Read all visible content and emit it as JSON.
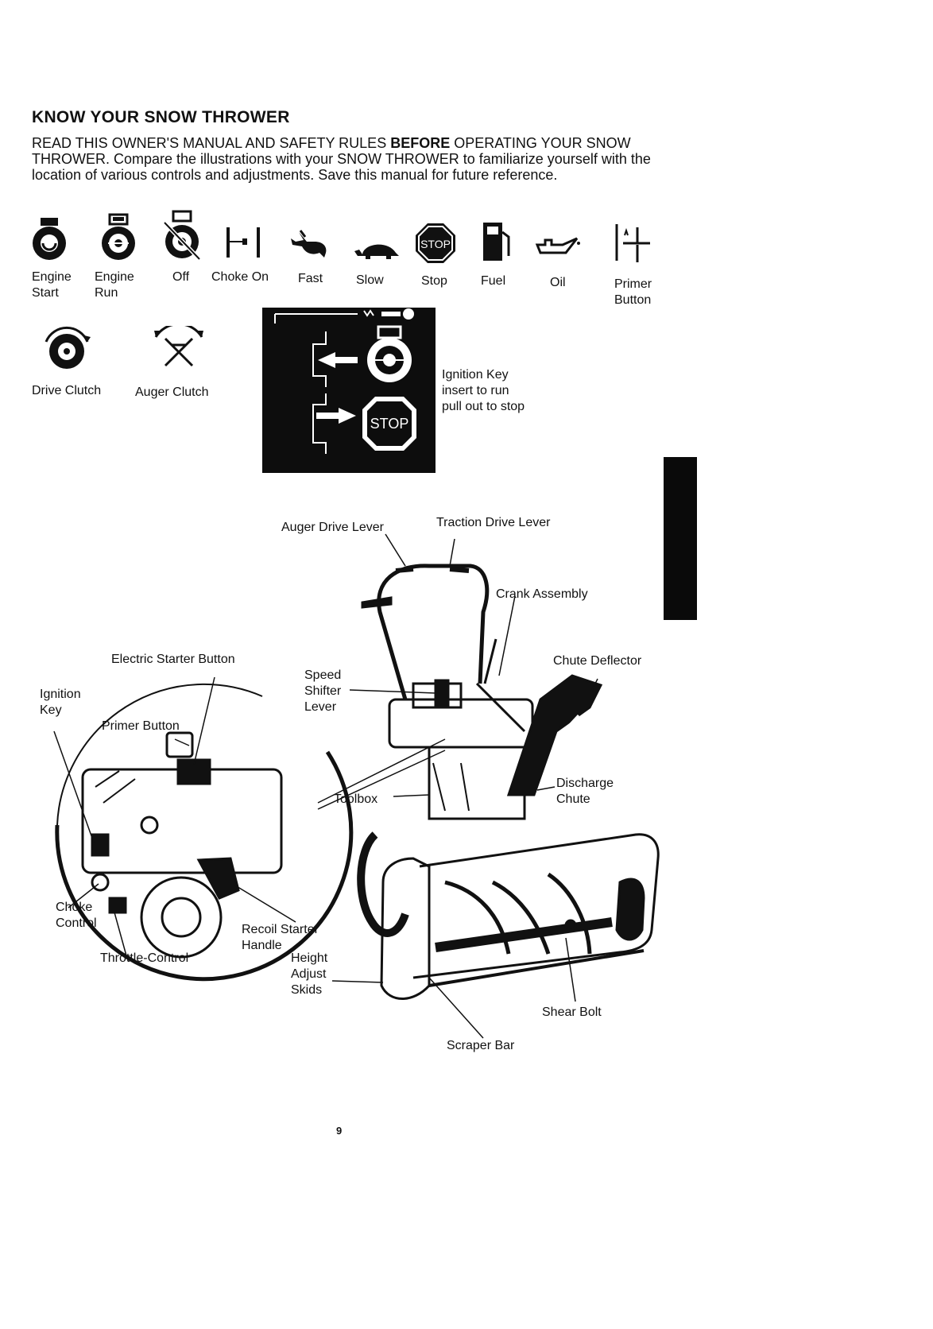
{
  "title": "KNOW YOUR SNOW THROWER",
  "intro": {
    "part1": "READ THIS OWNER'S MANUAL AND SAFETY RULES",
    "bold": "BEFORE",
    "part2": "OPERATING YOUR SNOW THROWER. Compare the illustrations with your SNOW THROWER to familiarize yourself with the location of various controls and adjustments. Save this manual for future reference."
  },
  "symbols": [
    {
      "icon": "engine-start-icon",
      "label": "Engine\nStart"
    },
    {
      "icon": "engine-run-icon",
      "label": "Engine\nRun"
    },
    {
      "icon": "engine-off-icon",
      "label": "Off"
    },
    {
      "icon": "choke-on-icon",
      "label": "Choke On"
    },
    {
      "icon": "rabbit-icon",
      "label": "Fast"
    },
    {
      "icon": "turtle-icon",
      "label": "Slow"
    },
    {
      "icon": "stop-sign-icon",
      "label": "Stop",
      "sign_text": "STOP"
    },
    {
      "icon": "fuel-pump-icon",
      "label": "Fuel"
    },
    {
      "icon": "oil-can-icon",
      "label": "Oil"
    },
    {
      "icon": "primer-button-icon",
      "label": "Primer\nButton"
    }
  ],
  "clutch_symbols": [
    {
      "icon": "drive-clutch-icon",
      "label": "Drive Clutch"
    },
    {
      "icon": "auger-clutch-icon",
      "label": "Auger Clutch"
    }
  ],
  "ignition_panel": {
    "stop_text": "STOP",
    "caption": "Ignition Key\ninsert to run\npull out to stop"
  },
  "callouts": {
    "auger_drive_lever": "Auger Drive Lever",
    "traction_drive_lever": "Traction Drive Lever",
    "crank_assembly": "Crank Assembly",
    "chute_deflector": "Chute Deflector",
    "electric_starter_button": "Electric Starter Button",
    "speed_shifter_lever": "Speed\nShifter\nLever",
    "ignition_key": "Ignition\nKey",
    "primer_button": "Primer Button",
    "discharge_chute": "Discharge\nChute",
    "toolbox": "Toolbox",
    "choke_control": "Choke\nControl",
    "recoil_starter_handle": "Recoil Starter\nHandle",
    "throttle_control": "Throttle-Control",
    "height_adjust_skids": "Height\nAdjust\nSkids",
    "shear_bolt": "Shear Bolt",
    "scraper_bar": "Scraper Bar"
  },
  "page_number": "9",
  "colors": {
    "ink": "#111111",
    "paper": "#ffffff",
    "panel": "#0d0d0d"
  }
}
